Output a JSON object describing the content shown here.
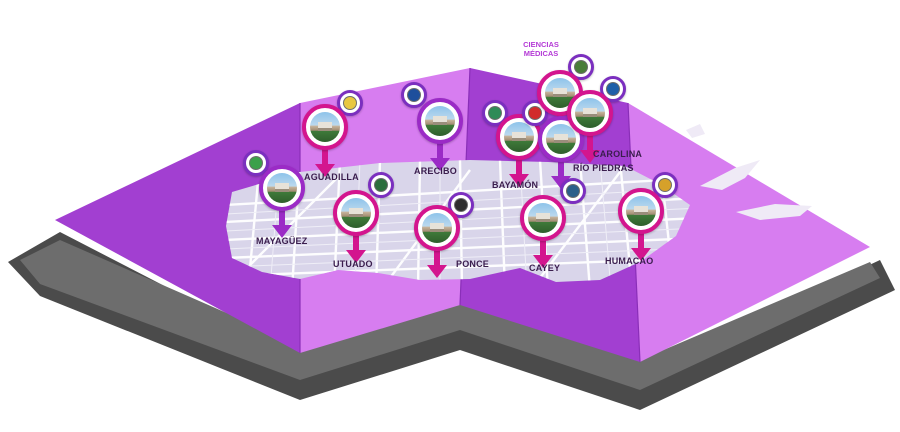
{
  "colors": {
    "fold_dark": "#a23fd1",
    "fold_light": "#d77df0",
    "island": "#d9d5ea",
    "street": "#ffffff",
    "shadow": "#4b4b4b",
    "pin_magenta": "#d3158e",
    "pin_purple": "#9b2bc6",
    "seal_ring": "#7b2fbf"
  },
  "special_label": {
    "line1": "CIENCIAS",
    "line2": "MÉDICAS"
  },
  "campuses": [
    {
      "id": "aguadilla",
      "label": "AGUADILLA",
      "pin_color": "magenta",
      "seal_color": "#e8c740"
    },
    {
      "id": "mayaguez",
      "label": "MAYAGÜEZ",
      "pin_color": "purple",
      "seal_color": "#3ca04a"
    },
    {
      "id": "utuado",
      "label": "UTUADO",
      "pin_color": "magenta",
      "seal_color": "#2c6e3d"
    },
    {
      "id": "arecibo",
      "label": "ARECIBO",
      "pin_color": "purple",
      "seal_color": "#1e4f9c"
    },
    {
      "id": "ponce",
      "label": "PONCE",
      "pin_color": "magenta",
      "seal_color": "#2f2f2f"
    },
    {
      "id": "bayamon",
      "label": "BAYAMÓN",
      "pin_color": "magenta",
      "seal_color": "#2e8b57"
    },
    {
      "id": "ciencias-medicas",
      "label": "",
      "pin_color": "magenta",
      "seal_color": "#d12b2b"
    },
    {
      "id": "rio-piedras",
      "label": "RÍO PIEDRAS",
      "pin_color": "purple",
      "seal_color": "#3a6ab8"
    },
    {
      "id": "carolina",
      "label": "CAROLINA",
      "pin_color": "magenta",
      "seal_color": "#1f5ea8"
    },
    {
      "id": "cayey",
      "label": "CAYEY",
      "pin_color": "magenta",
      "seal_color": "#2b5f8a"
    },
    {
      "id": "humacao",
      "label": "HUMACAO",
      "pin_color": "magenta",
      "seal_color": "#d6a12a"
    }
  ]
}
